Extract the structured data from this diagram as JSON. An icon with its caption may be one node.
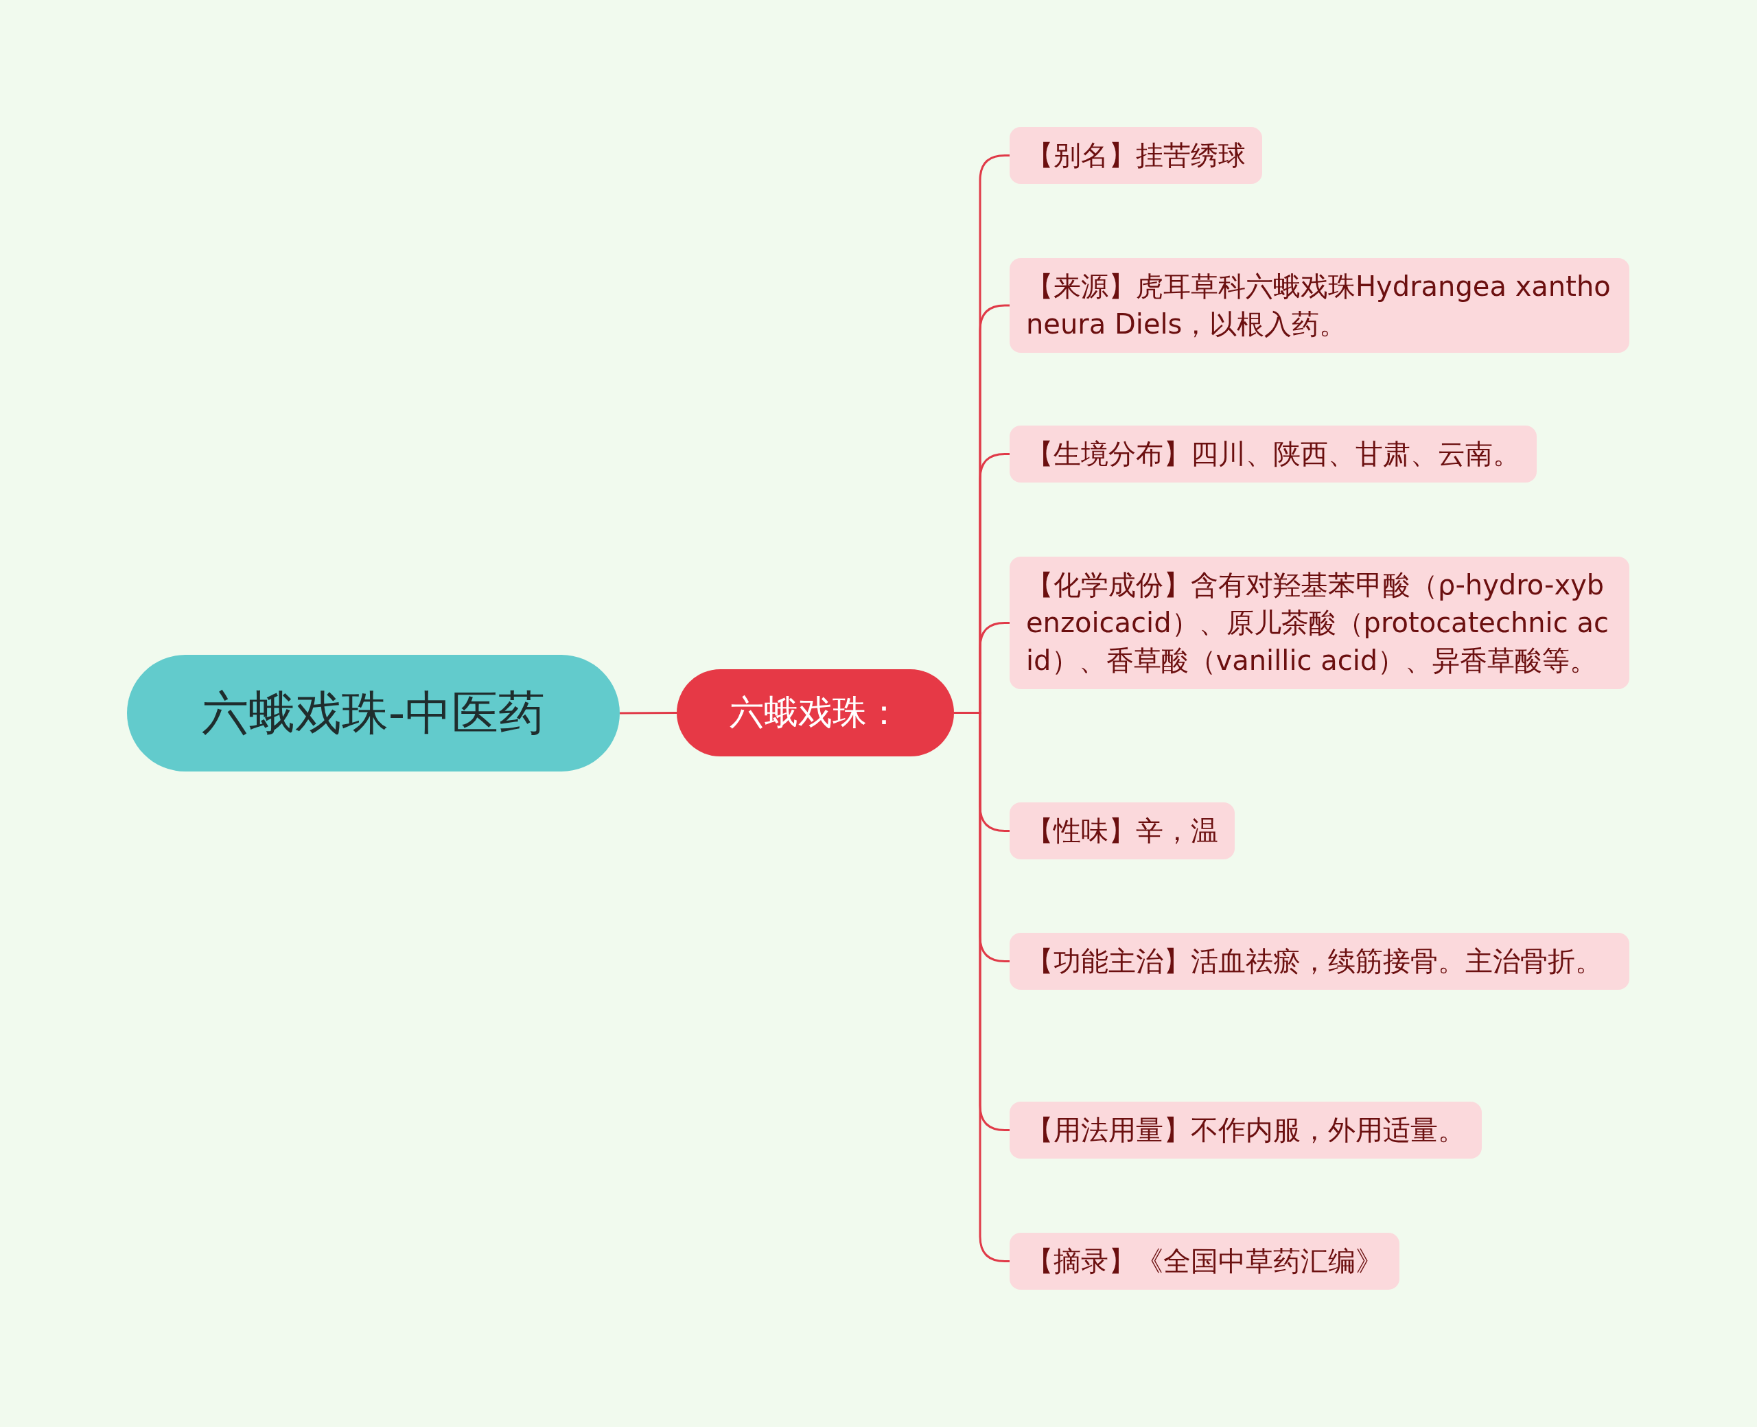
{
  "diagram": {
    "nodes": [
      {
        "text": [
          "六蛾戏珠-中医药"
        ]
      },
      {
        "text": [
          "六蛾戏珠："
        ]
      },
      {
        "text": [
          "【别名】挂苦绣球"
        ]
      },
      {
        "text": [
          "【来源】虎耳草科六蛾戏珠Hydrangea xanthoneura Diels，以根入药。"
        ]
      },
      {
        "text": [
          "【生境分布】四川、陕西、甘肃、云南。"
        ]
      },
      {
        "text": [
          "【化学成份】含有对羟基苯甲酸（ρ-hydro-xybenzoicacid）、原儿茶酸（protocatechnic acid）、香草酸（vanillic acid）、异香草酸等。"
        ]
      },
      {
        "text": [
          "【性味】辛，温"
        ]
      },
      {
        "text": [
          "【功能主治】活血祛瘀，续筋接骨。主治骨折。"
        ]
      },
      {
        "text": [
          "【用法用量】不作内服，外用适量。"
        ]
      },
      {
        "text": [
          "【摘录】《全国中草药汇编》"
        ]
      }
    ],
    "edges": [
      {
        "from": 0,
        "to": 1,
        "arrow": "none"
      },
      {
        "from": 1,
        "to": 2,
        "arrow": "none"
      },
      {
        "from": 1,
        "to": 3,
        "arrow": "none"
      },
      {
        "from": 1,
        "to": 4,
        "arrow": "none"
      },
      {
        "from": 1,
        "to": 5,
        "arrow": "none"
      },
      {
        "from": 1,
        "to": 6,
        "arrow": "none"
      },
      {
        "from": 1,
        "to": 7,
        "arrow": "none"
      },
      {
        "from": 1,
        "to": 8,
        "arrow": "none"
      },
      {
        "from": 1,
        "to": 9,
        "arrow": "none"
      }
    ]
  }
}
